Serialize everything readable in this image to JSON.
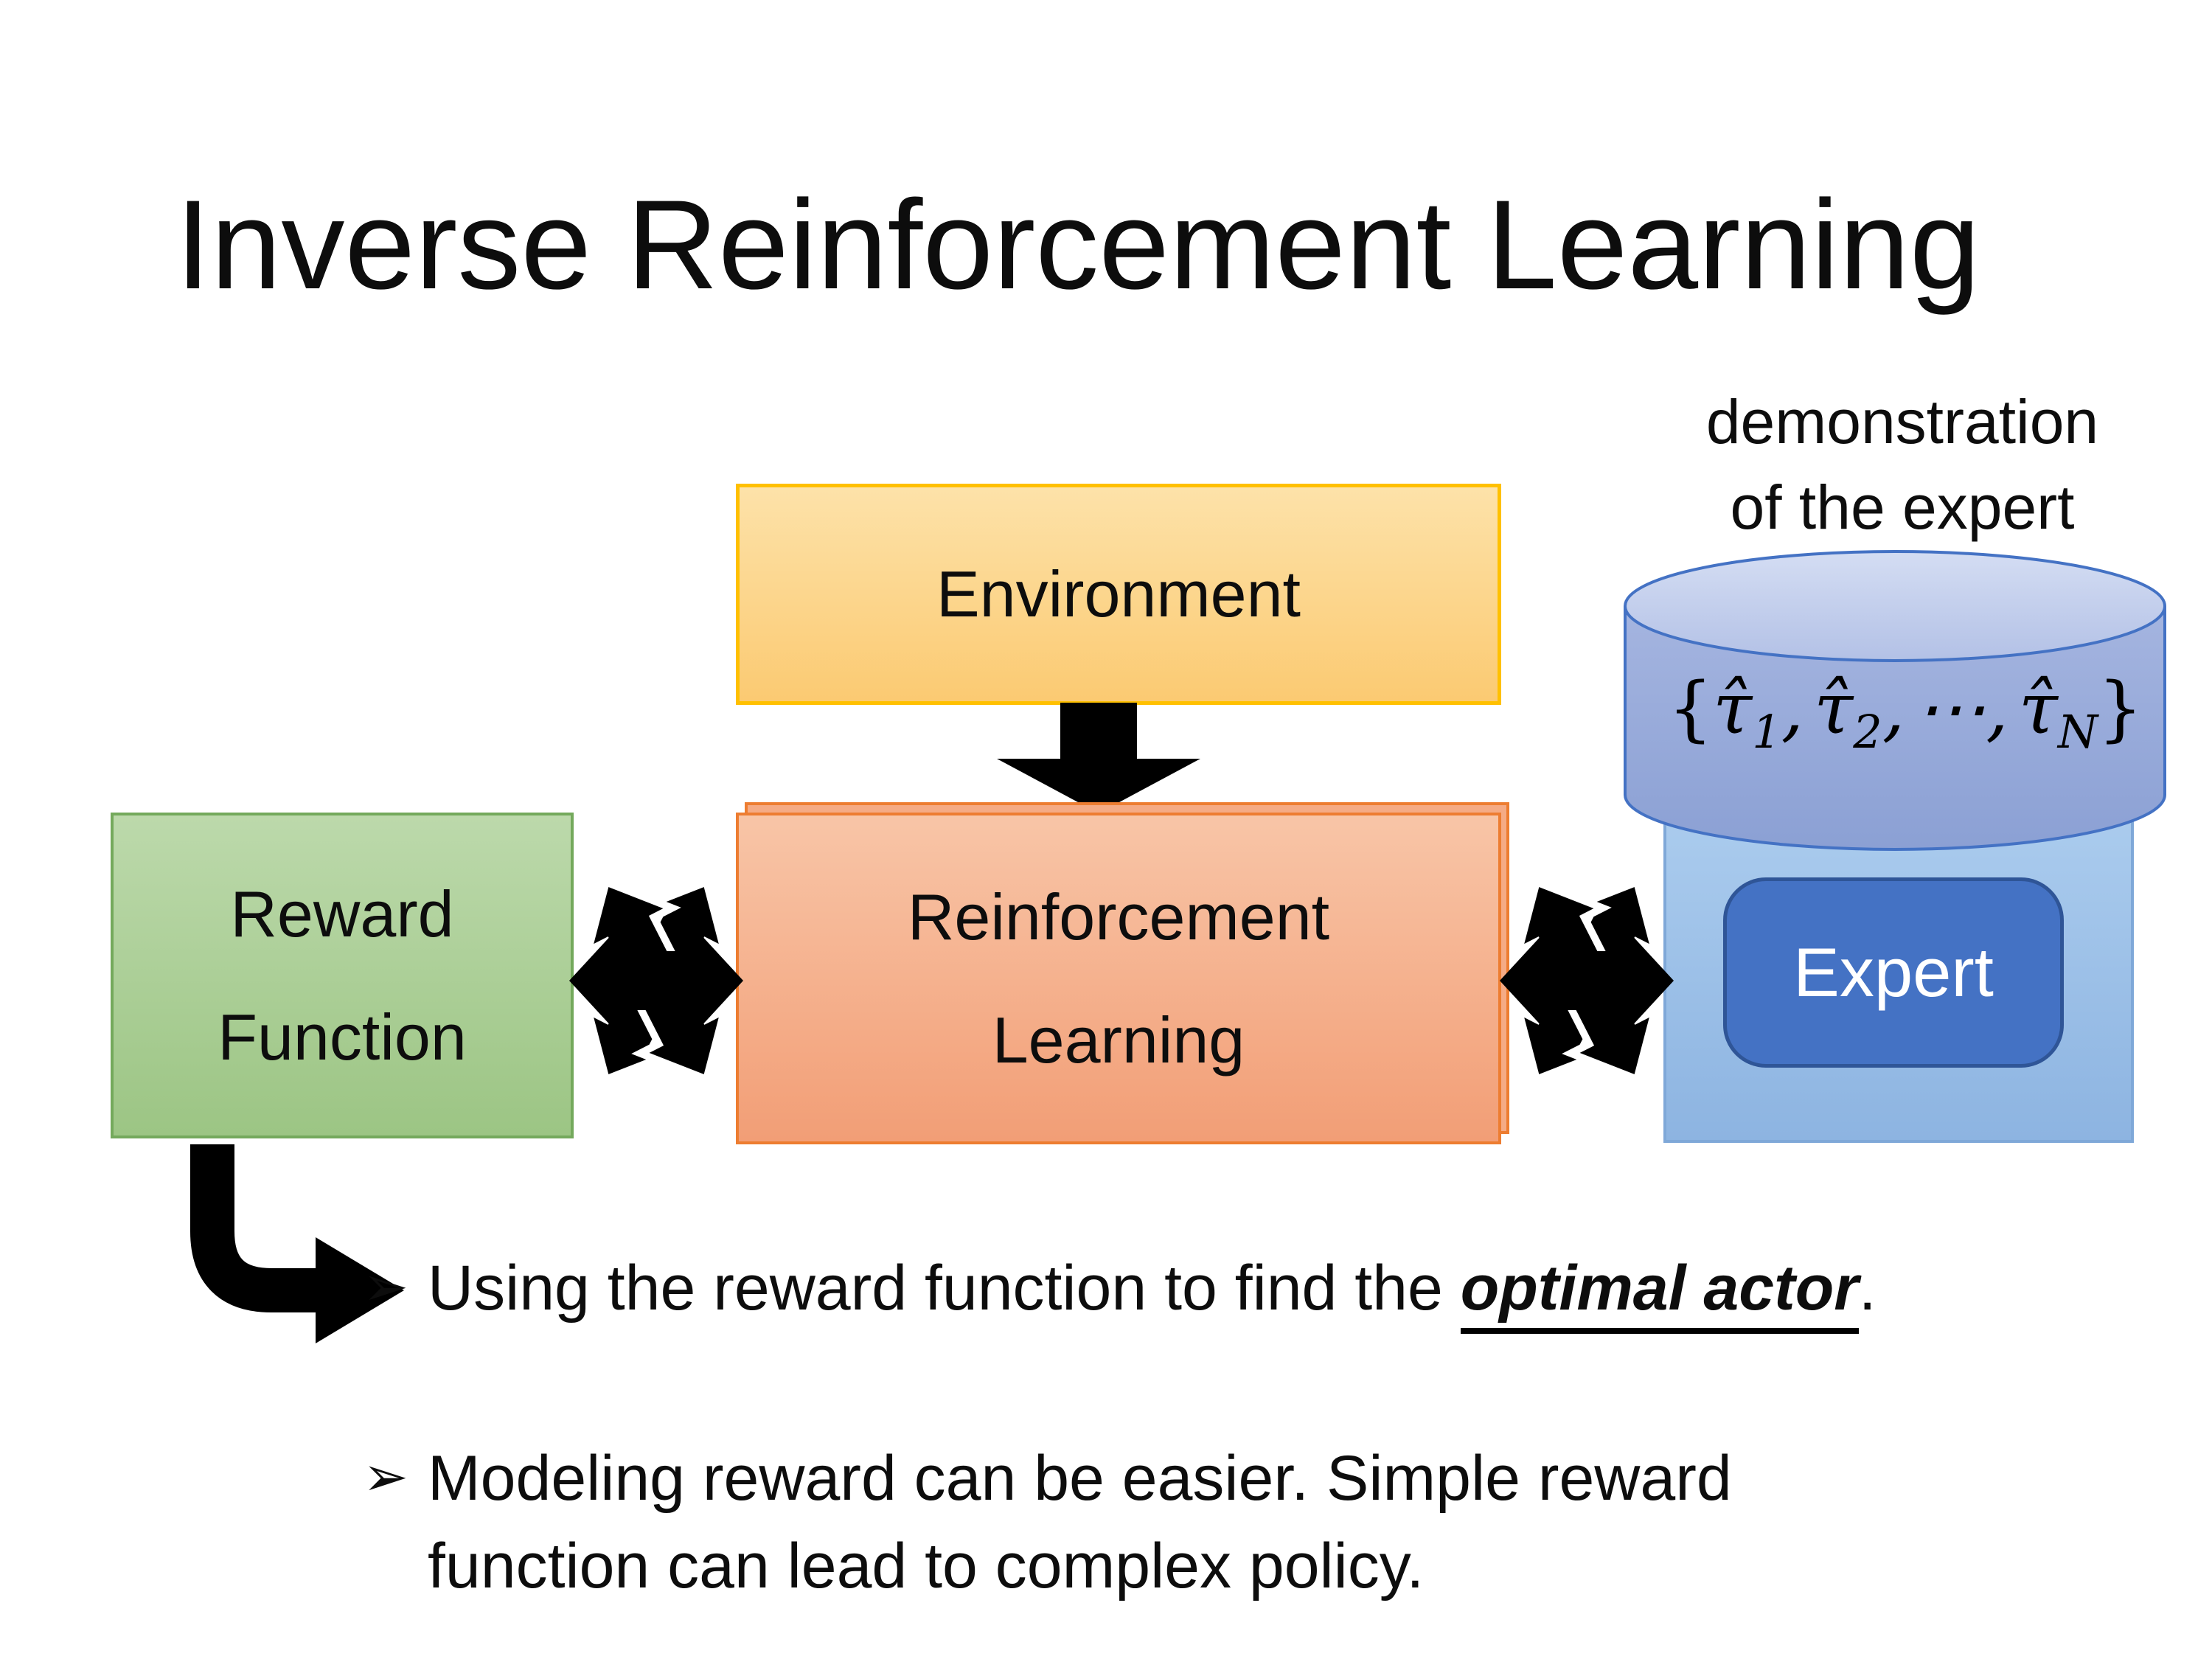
{
  "slide": {
    "title": "Inverse Reinforcement Learning"
  },
  "annotation": {
    "line1": "demonstration",
    "line2": "of the expert"
  },
  "boxes": {
    "environment": {
      "label": "Environment"
    },
    "reward": {
      "line1": "Reward",
      "line2": "Function"
    },
    "reinforcement_learning": {
      "line1": "Reinforcement",
      "line2": "Learning"
    },
    "expert": {
      "label": "Expert"
    }
  },
  "cylinder": {
    "formula": {
      "open": "{",
      "t1": "τ̂",
      "s1": "1",
      "comma1": ",",
      "t2": "τ̂",
      "s2": "2",
      "comma2": ",",
      "dots": "⋯",
      "comma3": ",",
      "tN": "τ̂",
      "sN": "N",
      "close": "}"
    }
  },
  "bullets": {
    "marker": "➢",
    "b1_pre": "Using the reward function to find the ",
    "b1_emphasis": "optimal actor",
    "b1_post": ".",
    "b2_line1": "Modeling reward can be easier. Simple reward",
    "b2_line2": "function can lead to complex policy."
  },
  "colors": {
    "environment_fill_top": "#FDE2A9",
    "environment_fill_bottom": "#FBCA72",
    "environment_border": "#FFC000",
    "reward_fill_top": "#BCD9AB",
    "reward_fill_bottom": "#9CC584",
    "reward_border": "#74A95C",
    "rl_fill_top": "#F8C5A7",
    "rl_fill_bottom": "#F29E76",
    "rl_border": "#ED7D31",
    "cylinder_fill": "#93A7D9",
    "cylinder_top_fill": "#CBD5EF",
    "cylinder_border": "#4472C4",
    "expert_panel_fill": "#9DC0E8",
    "expert_button_fill": "#4472C4",
    "expert_button_border": "#2F5597",
    "arrow_color": "#000000",
    "text_color": "#0D0D0D"
  }
}
